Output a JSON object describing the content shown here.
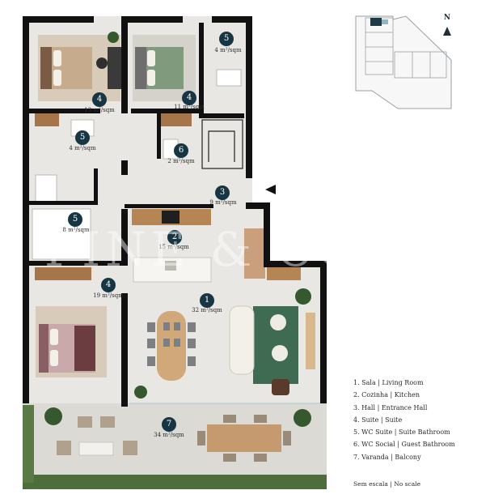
{
  "rooms": [
    {
      "id": "bedroom-left",
      "number": "4",
      "area": "13 m²/sqm"
    },
    {
      "id": "bedroom-middle",
      "number": "4",
      "area": "11 m²/sqm"
    },
    {
      "id": "wc-suite-top-right",
      "number": "5",
      "area": "4 m²/sqm"
    },
    {
      "id": "wc-suite-left",
      "number": "5",
      "area": "4 m²/sqm"
    },
    {
      "id": "guest-wc",
      "number": "6",
      "area": "2 m²/sqm"
    },
    {
      "id": "hall",
      "number": "3",
      "area": "9 m²/sqm"
    },
    {
      "id": "wc-suite-lower",
      "number": "5",
      "area": "8 m²/sqm"
    },
    {
      "id": "kitchen",
      "number": "2",
      "area": "15 m²/sqm"
    },
    {
      "id": "master-bedroom",
      "number": "4",
      "area": "19 m²/sqm"
    },
    {
      "id": "living-room",
      "number": "1",
      "area": "32 m²/sqm"
    },
    {
      "id": "balcony",
      "number": "7",
      "area": "34 m²/sqm"
    }
  ],
  "legend": [
    "1. Sala | Living Room",
    "2. Cozinha | Kitchen",
    "3. Hall | Entrance Hall",
    "4. Suite | Suite",
    "5. WC Suite | Suite Bathroom",
    "6. WC Social | Guest Bathroom",
    "7. Varanda | Balcony"
  ],
  "scale_note": "Sem escala | No scale",
  "north_label": "N",
  "watermark": "FINE & COUNTRY",
  "colors": {
    "wall": "#111111",
    "floor": "#e9e7e3",
    "marker": "#173542",
    "wood": "#b58553",
    "sofa_green": "#3f6b52"
  }
}
